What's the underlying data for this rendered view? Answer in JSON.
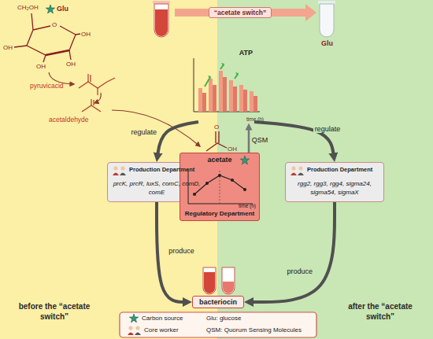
{
  "diagram": {
    "nodes": [
      {
        "text": [
          "“acetate switch”"
        ]
      },
      {
        "text": [
          "ATP",
          "time (h)"
        ]
      },
      {
        "text": [
          "Production Department",
          "prcK, prcR, luxS, comC, comD, comE"
        ]
      },
      {
        "text": [
          "acetate",
          "time (h)",
          "Regulatory Department"
        ]
      },
      {
        "text": [
          "Production Department",
          "rgg2, rgg3, rgg4, sigma24, sigma54, sigmaX"
        ]
      },
      {
        "text": [
          "bacteriocin"
        ]
      }
    ],
    "edges": [
      {
        "from": 1,
        "to": 2,
        "arrow": "to",
        "label": "regulate"
      },
      {
        "from": 1,
        "to": 4,
        "arrow": "to",
        "label": "regulate"
      },
      {
        "from": 3,
        "to": 1,
        "arrow": "to",
        "label": "QSM"
      },
      {
        "from": 2,
        "to": 5,
        "arrow": "to",
        "label": "produce"
      },
      {
        "from": 4,
        "to": 5,
        "arrow": "to",
        "label": "produce"
      }
    ],
    "labels": [
      "CH₂OH",
      "O",
      "OH",
      "OH",
      "OH",
      "OH",
      "Glu",
      "pyruvicacid",
      "acetaldehyde",
      "O",
      "OH",
      "Glu",
      "before the “acetate switch”",
      "after the “acetate switch”"
    ],
    "legend": [
      {
        "text": "Carbon source"
      },
      {
        "text": "Glu: glucose"
      },
      {
        "text": "Core worker"
      },
      {
        "text": "QSM: Quorum Sensing Molecules"
      }
    ]
  }
}
